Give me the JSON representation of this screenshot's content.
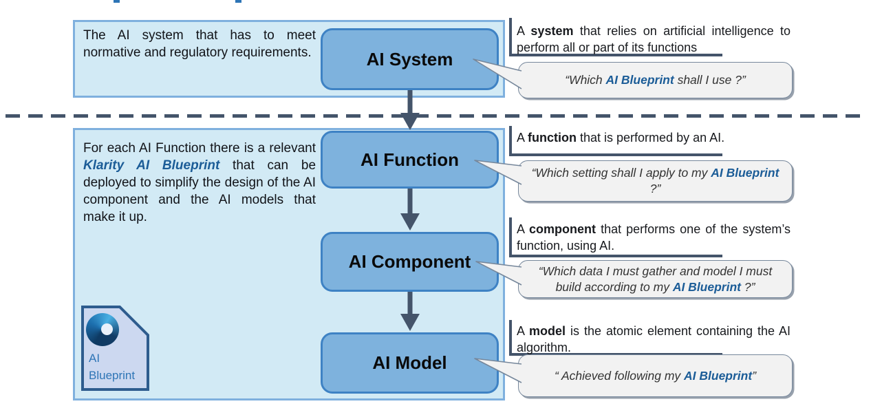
{
  "colors": {
    "panel_fill": "#D2EAF5",
    "panel_border": "#7FB0DE",
    "box_fill": "#7EB2DD",
    "box_border": "#3E82C4",
    "slate": "#44546A",
    "accent_blue": "#1B5C97",
    "bubble_fill": "#F2F2F2",
    "bubble_border": "#76879B",
    "icon_fill": "#CCD8F0",
    "icon_border": "#2E5C8E",
    "icon_text": "#2E75B6"
  },
  "panels": {
    "top": {
      "text": "The AI system that has to meet normative and regulatory requirements."
    },
    "bottom": {
      "text_pre": "For each AI Function there is a relevant ",
      "text_accent": "Klarity AI Blueprint",
      "text_post": " that can be deployed to simplify the design of the AI component and the AI models that make it up."
    }
  },
  "blueprint_icon": {
    "line1": "AI",
    "line2": "Blueprint"
  },
  "flow": {
    "system_label": "AI System",
    "function_label": "AI Function",
    "component_label": "AI Component",
    "model_label": "AI Model"
  },
  "sections": {
    "system": {
      "desc_pre": "A ",
      "desc_bold": "system",
      "desc_post": " that relies on artificial intelligence to perform all or part of its functions",
      "quote_pre": "“Which ",
      "quote_accent": "AI Blueprint",
      "quote_post": " shall I use ?”"
    },
    "function": {
      "desc_pre": "A ",
      "desc_bold": "function",
      "desc_post": " that is performed by an AI.",
      "quote_pre": "“Which setting shall I apply to my ",
      "quote_accent": "AI Blueprint",
      "quote_post": " ?”"
    },
    "component": {
      "desc_pre": "A ",
      "desc_bold": "component",
      "desc_post": " that performs one of the system’s function, using AI.",
      "quote_pre": "“Which data I must gather and model I must build according to my ",
      "quote_accent": "AI Blueprint",
      "quote_post": " ?”"
    },
    "model": {
      "desc_pre": "A ",
      "desc_bold": "model",
      "desc_post": " is the atomic element containing the AI algorithm.",
      "quote_pre": "“ Achieved following my ",
      "quote_accent": "AI Blueprint",
      "quote_post": "”"
    }
  }
}
